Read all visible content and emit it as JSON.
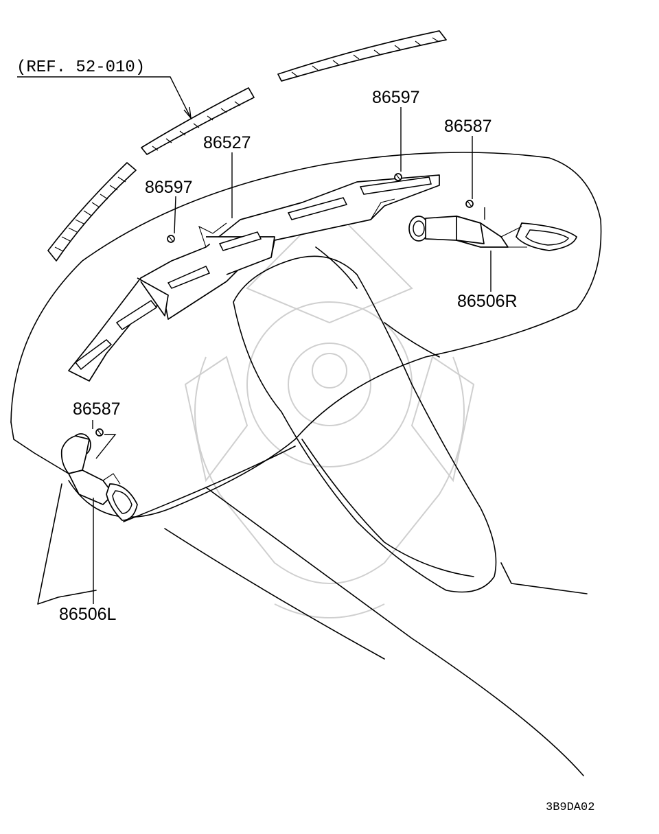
{
  "diagram": {
    "reference_label": "(REF. 52-010)",
    "labels": {
      "duct_center": "86527",
      "screw_left": "86597",
      "screw_right": "86597",
      "clip_right": "86587",
      "clip_left": "86587",
      "duct_right": "86506R",
      "duct_left": "86506L"
    },
    "drawing_code": "3B9DA02"
  }
}
